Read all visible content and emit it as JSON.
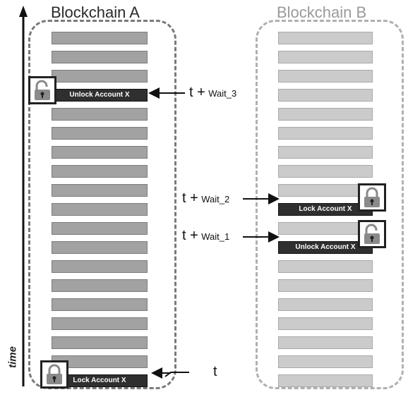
{
  "chain_a": {
    "title": "Blockchain A",
    "block_count": 19
  },
  "chain_b": {
    "title": "Blockchain B",
    "block_count": 19
  },
  "events": {
    "a_unlock": {
      "label": "Unlock Account X",
      "icon": "unlock-icon"
    },
    "a_lock": {
      "label": "Lock Account X",
      "icon": "lock-icon"
    },
    "b_lock": {
      "label": "Lock Account X",
      "icon": "lock-icon"
    },
    "b_unlock": {
      "label": "Unlock Account X",
      "icon": "unlock-icon"
    }
  },
  "annotations": {
    "wait3": {
      "t": "t +",
      "w": "Wait_3"
    },
    "wait2": {
      "t": "t +",
      "w": "Wait_2"
    },
    "wait1": {
      "t": "t +",
      "w": "Wait_1"
    },
    "t": {
      "t": "t"
    }
  },
  "axis": {
    "label": "time"
  },
  "colors": {
    "block_a": "#a2a2a2",
    "block_b": "#cbcbcb",
    "event_block": "#2f2f2f",
    "lock_body": "#8a8a8a"
  }
}
